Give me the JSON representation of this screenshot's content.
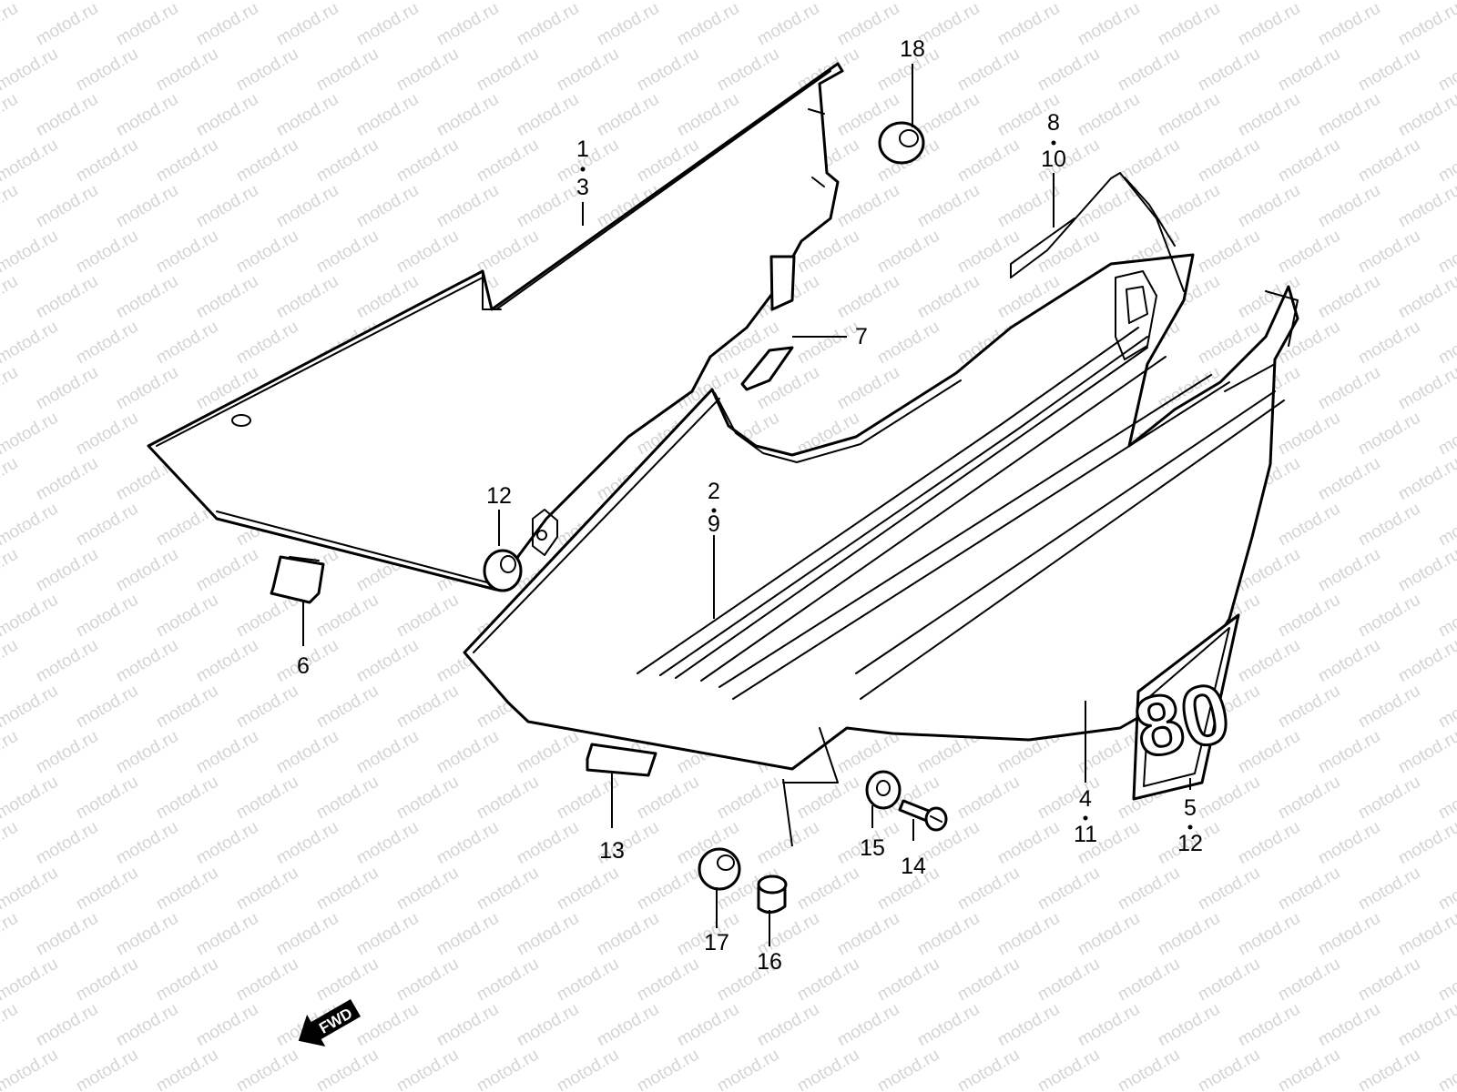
{
  "watermark": "motod.ru",
  "decal_text": "80",
  "fwd_label": "FWD",
  "callouts": {
    "c1_3": {
      "top": "1",
      "bottom": "3"
    },
    "c2_9": {
      "top": "2",
      "bottom": "9"
    },
    "c8_10": {
      "top": "8",
      "bottom": "10"
    },
    "c4_11": {
      "top": "4",
      "bottom": "11"
    },
    "c5_12": {
      "top": "5",
      "bottom": "12"
    },
    "c6": "6",
    "c7": "7",
    "c12": "12",
    "c13": "13",
    "c14": "14",
    "c15": "15",
    "c16": "16",
    "c17": "17",
    "c18": "18"
  }
}
